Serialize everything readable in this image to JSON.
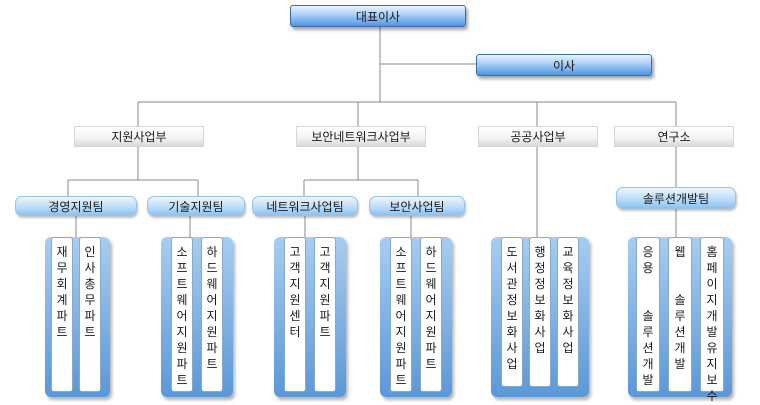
{
  "ceo": "대표이사",
  "director": "이사",
  "divisions": [
    {
      "name": "지원사업부"
    },
    {
      "name": "보안네트워크사업부"
    },
    {
      "name": "공공사업부"
    },
    {
      "name": "연구소"
    }
  ],
  "teams": [
    {
      "name": "경영지원팀",
      "parts": [
        "재무회계파트",
        "인사총무파트"
      ]
    },
    {
      "name": "기술지원팀",
      "parts": [
        "소프트웨어지원파트",
        "하드웨어지원파트"
      ]
    },
    {
      "name": "네트워크사업팀",
      "parts": [
        "고객지원센터",
        "고객지원파트"
      ]
    },
    {
      "name": "보안사업팀",
      "parts": [
        "소프트웨어지원파트",
        "하드웨어지원파트"
      ]
    },
    {
      "name": "",
      "parts": [
        "도서관정보화사업",
        "행정정보화사업",
        "교육정보화사업"
      ]
    },
    {
      "name": "솔루션개발팀",
      "parts": [
        "응용 솔루션개발",
        "웹 솔루션개발",
        "홈페이지개발유지보수"
      ]
    }
  ]
}
